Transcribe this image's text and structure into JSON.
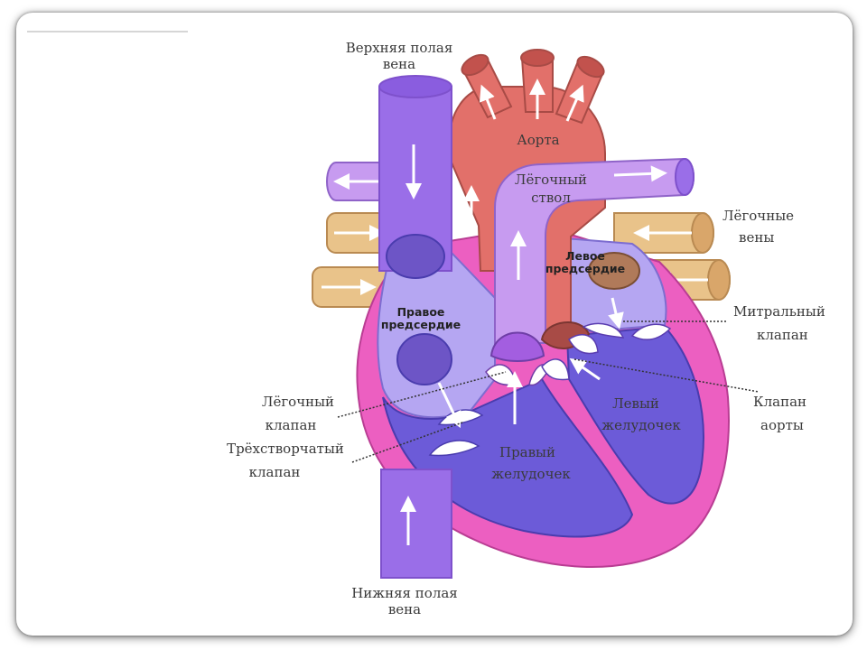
{
  "labels": {
    "sup_vena_cava": [
      "Верхняя полая",
      "вена"
    ],
    "aorta": "Аорта",
    "pulm_trunk": [
      "Лёгочный",
      "ствол"
    ],
    "pulm_veins": [
      "Лёгочные",
      "вены"
    ],
    "left_atrium": [
      "Левое",
      "предсердие"
    ],
    "right_atrium": [
      "Правое",
      "предсердие"
    ],
    "mitral_valve": [
      "Митральный",
      "клапан"
    ],
    "aortic_valve": [
      "Клапан",
      "аорты"
    ],
    "left_ventricle": [
      "Левый",
      "желудочек"
    ],
    "pulm_valve": [
      "Лёгочный",
      "клапан"
    ],
    "tricuspid_valve": [
      "Трёхстворчатый",
      "клапан"
    ],
    "right_ventricle": [
      "Правый",
      "желудочек"
    ],
    "inf_vena_cava": [
      "Нижняя полая",
      "вена"
    ]
  },
  "colors": {
    "vena": "#9a6ee8",
    "aorta": "#e2706a",
    "pulmonary": "#c79bf0",
    "pulm_veins": "#e9c38a",
    "right_chambers": "#b5a6f2",
    "left_chambers": "#6c5bd8",
    "myocardium": "#ec5fc1"
  }
}
